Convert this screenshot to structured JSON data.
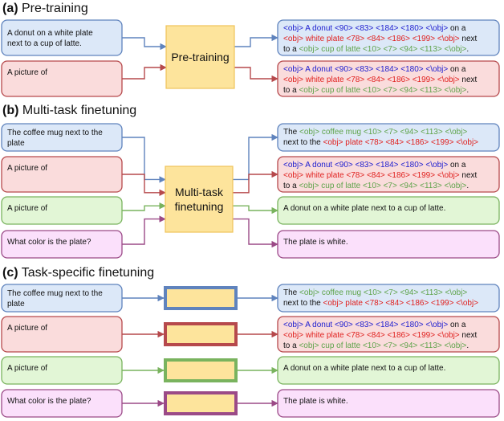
{
  "colors": {
    "blue_fill": "#dce8f8",
    "blue_stroke": "#5f83bd",
    "red_fill": "#fadcdc",
    "red_stroke": "#b6494c",
    "green_fill": "#e2f6d6",
    "green_stroke": "#79b35e",
    "purple_fill": "#fbe0fb",
    "purple_stroke": "#9b4a87",
    "yellow_fill": "#fde49c",
    "yellow_stroke": "#efc35a",
    "text_blue": "#2020d0",
    "text_red": "#e0201e",
    "text_green": "#5ea34a",
    "text_dark": "#111111"
  },
  "sections": [
    {
      "id": "pretraining",
      "letter": "(a)",
      "title": "Pre-training",
      "center": [
        "Pre-training"
      ],
      "rows": [
        {
          "color": "blue",
          "input": [
            "A donut on a white plate",
            "next to a cup of latte."
          ],
          "output": "full_boxes"
        },
        {
          "color": "red",
          "input": [
            "A picture of"
          ],
          "output": "full_boxes"
        }
      ]
    },
    {
      "id": "multitask",
      "letter": "(b)",
      "title": "Multi-task finetuning",
      "center": [
        "Multi-task",
        "finetuning"
      ],
      "rows": [
        {
          "color": "blue",
          "input": [
            "The coffee mug next to the",
            "plate"
          ],
          "output": "mug_grounding"
        },
        {
          "color": "red",
          "input": [
            "A picture of"
          ],
          "output": "full_boxes"
        },
        {
          "color": "green",
          "input": [
            "A picture of"
          ],
          "output": "caption"
        },
        {
          "color": "purple",
          "input": [
            "What color is the plate?"
          ],
          "output": "answer"
        }
      ]
    },
    {
      "id": "taskspecific",
      "letter": "(c)",
      "title": "Task-specific finetuning",
      "center": [],
      "rows": [
        {
          "color": "blue",
          "input": [
            "The coffee mug next to the",
            "plate"
          ],
          "output": "mug_grounding"
        },
        {
          "color": "red",
          "input": [
            "A picture of"
          ],
          "output": "full_boxes"
        },
        {
          "color": "green",
          "input": [
            "A picture of"
          ],
          "output": "caption"
        },
        {
          "color": "purple",
          "input": [
            "What color is the plate?"
          ],
          "output": "answer"
        }
      ]
    }
  ],
  "outputs": {
    "full_boxes": [
      [
        [
          "<obj> A donut <90> <83> <184> <180> <\\obj>",
          "blue"
        ],
        [
          " on a",
          "dark"
        ]
      ],
      [
        [
          "<obj> white plate <78> <84> <186> <199> <\\obj>",
          "red"
        ],
        [
          " next",
          "dark"
        ]
      ],
      [
        [
          "to a ",
          "dark"
        ],
        [
          "<obj> cup of latte <10> <7> <94> <113> <\\obj>",
          "green"
        ],
        [
          ".",
          "dark"
        ]
      ]
    ],
    "mug_grounding": [
      [
        [
          "The ",
          "dark"
        ],
        [
          "<obj> coffee mug <10> <7> <94> <113> <\\obj>",
          "green"
        ]
      ],
      [
        [
          "next to the ",
          "dark"
        ],
        [
          "<obj> plate <78> <84> <186> <199> <\\obj>",
          "red"
        ]
      ]
    ],
    "caption": [
      [
        [
          "A donut on a white plate next to a cup of latte.",
          "dark"
        ]
      ]
    ],
    "answer": [
      [
        [
          "The plate is white.",
          "dark"
        ]
      ]
    ]
  }
}
